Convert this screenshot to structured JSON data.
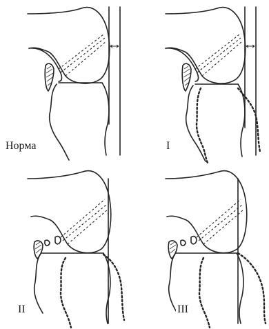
{
  "panels": [
    {
      "id": "norma",
      "label": "Норма"
    },
    {
      "id": "grade-1",
      "label": "I"
    },
    {
      "id": "grade-2",
      "label": "II"
    },
    {
      "id": "grade-3",
      "label": "III"
    }
  ]
}
